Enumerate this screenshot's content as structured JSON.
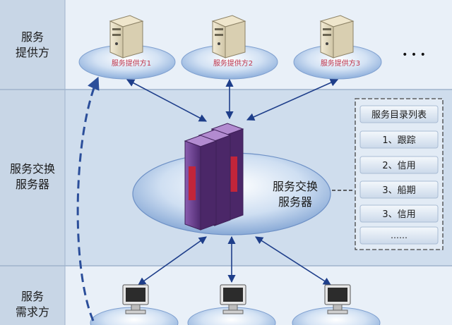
{
  "layers": {
    "provider_label": [
      "服务",
      "提供方"
    ],
    "exchange_label": [
      "服务交换",
      "服务器"
    ],
    "consumer_label": [
      "服务",
      "需求方"
    ]
  },
  "providers": [
    {
      "label": "服务提供方1"
    },
    {
      "label": "服务提供方2"
    },
    {
      "label": "服务提供方3"
    }
  ],
  "providers_more": "• • •",
  "exchange_server": {
    "label": [
      "服务交换",
      "服务器"
    ]
  },
  "catalog": {
    "title": "服务目录列表",
    "items": [
      "1、跟踪",
      "2、信用",
      "3、船期",
      "3、信用",
      "……"
    ]
  },
  "colors": {
    "band_top": "#e5eef8",
    "band_mid": "#cddcec",
    "band_bottom": "#e5eef8",
    "label_column": "#c6d4e4",
    "ellipse": "#b7cdea",
    "arrow": "#1e3e8a",
    "dashed_curve": "#2b4e9a",
    "server": "#6b3c8e"
  }
}
